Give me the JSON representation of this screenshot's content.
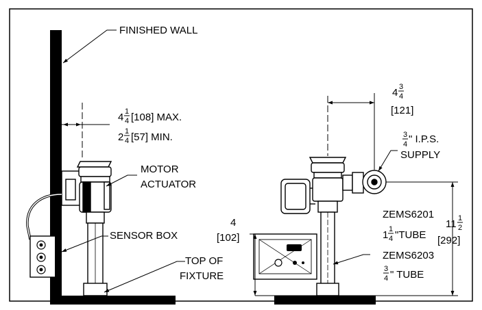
{
  "labels": {
    "finished_wall": "FINISHED WALL",
    "motor": "MOTOR",
    "actuator": "ACTUATOR",
    "sensor_box": "SENSOR BOX",
    "top_of": "TOP OF",
    "fixture": "FIXTURE",
    "supply": "SUPPLY",
    "ips": "\" I.P.S.",
    "model_1": "ZEMS6201",
    "model_2": "ZEMS6203",
    "tube_1": "\"TUBE",
    "tube_2": "\" TUBE"
  },
  "dimensions": {
    "max_whole": "4",
    "max_num": "1",
    "max_den": "4",
    "max_text": "[108] MAX.",
    "min_whole": "2",
    "min_num": "1",
    "min_den": "4",
    "min_text": "[57] MIN.",
    "top_whole": "4",
    "top_num": "3",
    "top_den": "4",
    "top_mm": "[121]",
    "ips_num": "3",
    "ips_den": "4",
    "sensor_height_in": "4",
    "sensor_height_mm": "[102]",
    "total_whole": "11",
    "total_num": "1",
    "total_den": "2",
    "total_mm": "[292]",
    "tube1_whole": "1",
    "tube1_num": "1",
    "tube1_den": "4",
    "tube2_num": "3",
    "tube2_den": "4"
  }
}
